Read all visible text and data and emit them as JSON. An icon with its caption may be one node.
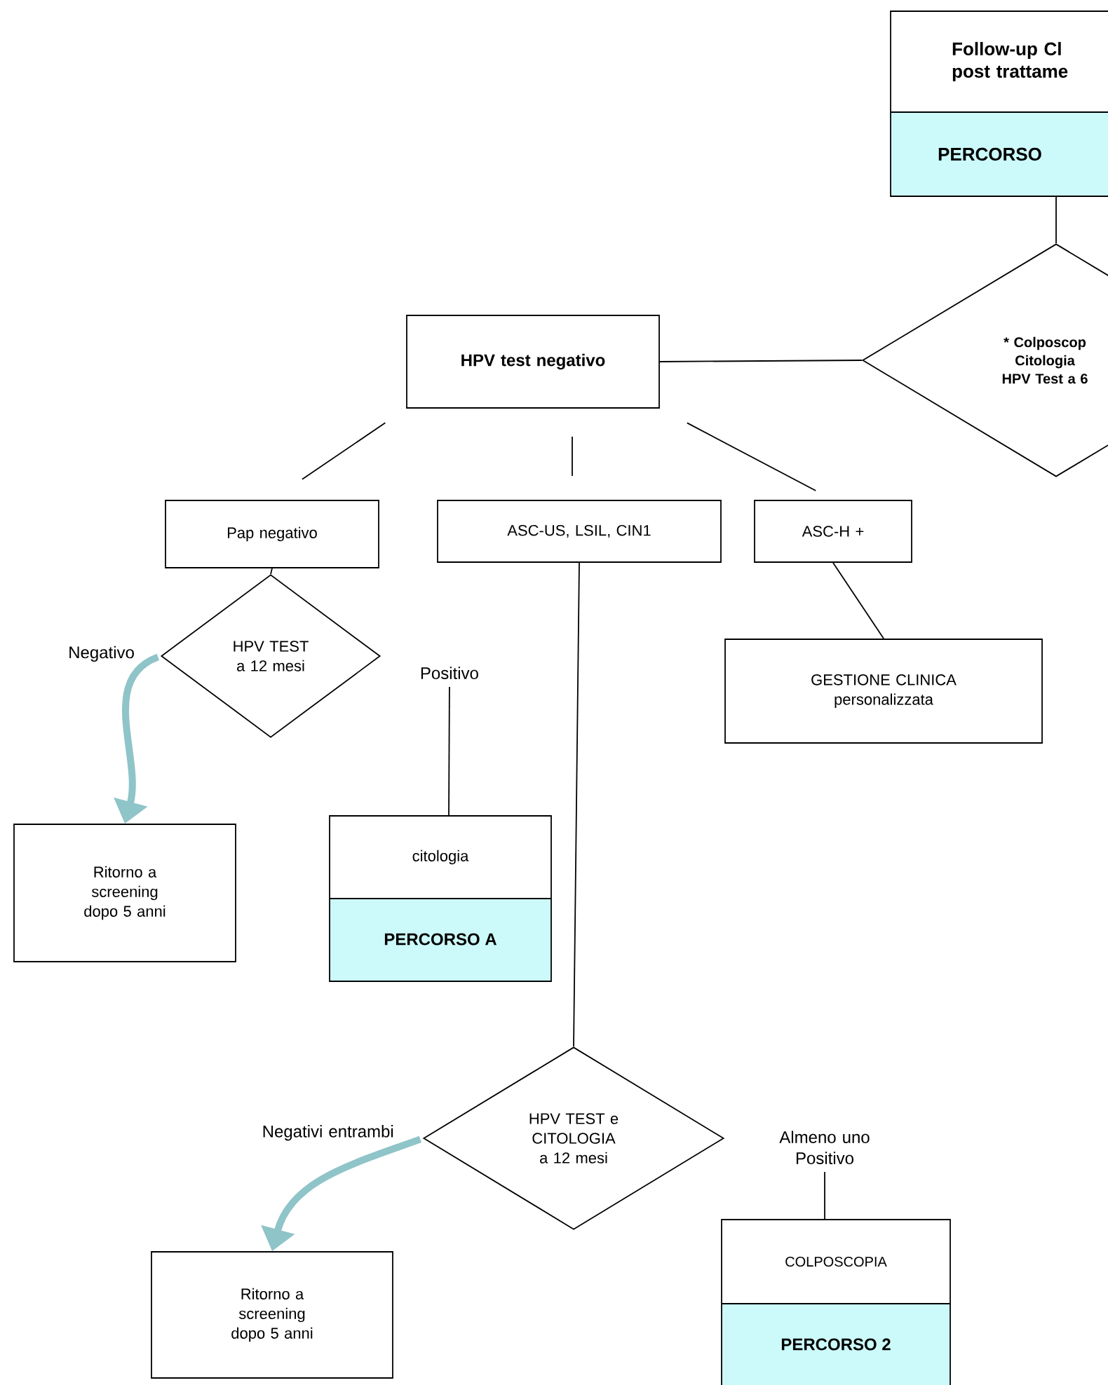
{
  "diagram": {
    "nodes": [
      {
        "text": [
          "Follow-up Cl post trattame",
          "PERCORSO"
        ]
      },
      {
        "text": [
          "* Colposcop Citologia HPV Test a 6"
        ]
      },
      {
        "text": [
          "HPV test negativo"
        ]
      },
      {
        "text": [
          "Pap negativo"
        ]
      },
      {
        "text": [
          "ASC-US, LSIL, CIN1"
        ]
      },
      {
        "text": [
          "ASC-H +"
        ]
      },
      {
        "text": [
          "GESTIONE CLINICA personalizzata"
        ]
      },
      {
        "text": [
          "HPV TEST a 12 mesi"
        ]
      },
      {
        "text": [
          "Ritorno a screening dopo 5 anni"
        ]
      },
      {
        "text": [
          "citologia",
          "PERCORSO A"
        ]
      },
      {
        "text": [
          "HPV TEST e CITOLOGIA a 12 mesi"
        ]
      },
      {
        "text": [
          "Ritorno a screening dopo 5 anni"
        ]
      },
      {
        "text": [
          "COLPOSCOPIA",
          "PERCORSO 2"
        ]
      }
    ],
    "edges": [
      {
        "from": 0,
        "to": 1,
        "arrow": "none"
      },
      {
        "from": 1,
        "to": 2,
        "arrow": "none"
      },
      {
        "from": 2,
        "to": 3,
        "arrow": "none"
      },
      {
        "from": 2,
        "to": 4,
        "arrow": "none"
      },
      {
        "from": 2,
        "to": 5,
        "arrow": "none"
      },
      {
        "from": 4,
        "to": 10,
        "arrow": "none"
      },
      {
        "from": 5,
        "to": 6,
        "arrow": "none"
      },
      {
        "from": 3,
        "to": 7,
        "arrow": "none"
      },
      {
        "from": 7,
        "to": 8,
        "arrow": "to",
        "label": "Negativo",
        "style": "thick",
        "color": "#8fc4c8"
      },
      {
        "from": 7,
        "to": 9,
        "arrow": "none",
        "label": "Positivo"
      },
      {
        "from": 10,
        "to": 11,
        "arrow": "to",
        "label": "Negativi entrambi",
        "style": "thick",
        "color": "#8fc4c8"
      },
      {
        "from": null,
        "to": 12,
        "arrow": "none",
        "label": "Almeno uno Positivo"
      }
    ]
  }
}
